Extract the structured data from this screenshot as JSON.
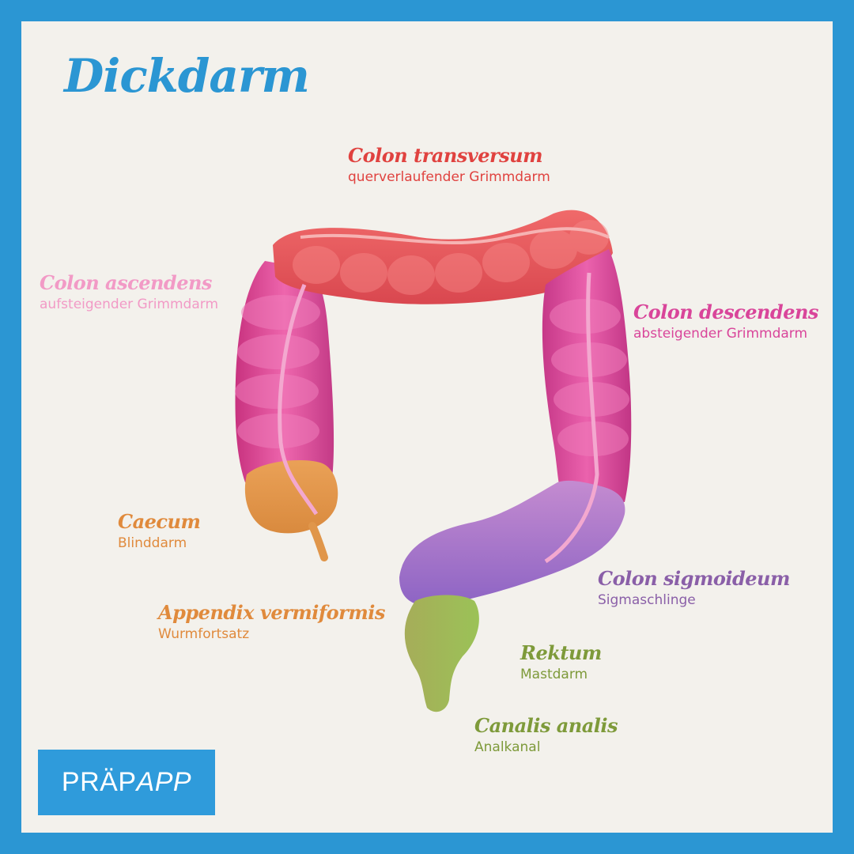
{
  "title": "Dickdarm",
  "colors": {
    "frame": "#2b96d3",
    "paper": "#f3f1ec",
    "transversum": "#e0423f",
    "ascendens": "#f29ac6",
    "descendens": "#d9459a",
    "caecum": "#e08a3c",
    "sigmoideum": "#8a5fa8",
    "rektum": "#7e9a3a"
  },
  "labels": {
    "transversum": {
      "latin": "Colon transversum",
      "de": "querverlaufender Grimmdarm"
    },
    "ascendens": {
      "latin": "Colon ascendens",
      "de": "aufsteigender Grimmdarm"
    },
    "descendens": {
      "latin": "Colon descendens",
      "de": "absteigender Grimmdarm"
    },
    "caecum": {
      "latin": "Caecum",
      "de": "Blinddarm"
    },
    "appendix": {
      "latin": "Appendix vermiformis",
      "de": "Wurmfortsatz"
    },
    "sigmoideum": {
      "latin": "Colon sigmoideum",
      "de": "Sigmaschlinge"
    },
    "rektum": {
      "latin": "Rektum",
      "de": "Mastdarm"
    },
    "analis": {
      "latin": "Canalis analis",
      "de": "Analkanal"
    }
  },
  "logo": {
    "main": "PRÄP",
    "italic": "APP"
  }
}
